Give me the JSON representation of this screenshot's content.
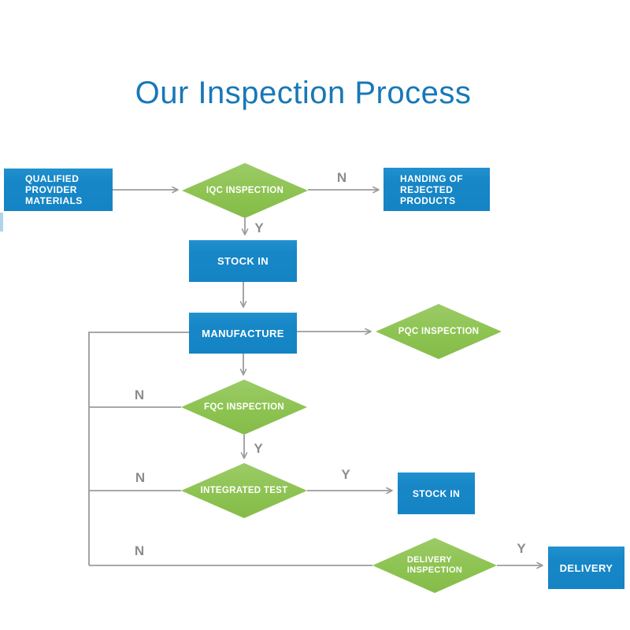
{
  "title": "Our Inspection Process",
  "colors": {
    "title_blue": "#1878b8",
    "box_blue": "#1787c7",
    "diamond_green": "#8dc351",
    "wire_gray": "#9b9b9b",
    "decision_label_gray": "#8c8c8c",
    "text_white": "#ffffff",
    "background": "#ffffff"
  },
  "nodes": {
    "qualified": [
      "QUALIFIED",
      "PROVIDER",
      "MATERIALS"
    ],
    "iqc": "IQC INSPECTION",
    "handing": [
      "HANDING OF",
      "REJECTED",
      "PRODUCTS"
    ],
    "stock_in_1": "STOCK IN",
    "manufacture": "MANUFACTURE",
    "pqc": "PQC INSPECTION",
    "fqc": "FQC INSPECTION",
    "integrated": "INTEGRATED TEST",
    "stock_in_2": "STOCK IN",
    "delivery_inspection": [
      "DELIVERY",
      "INSPECTION"
    ],
    "delivery": "DELIVERY"
  },
  "labels": {
    "yes": "Y",
    "no": "N"
  }
}
